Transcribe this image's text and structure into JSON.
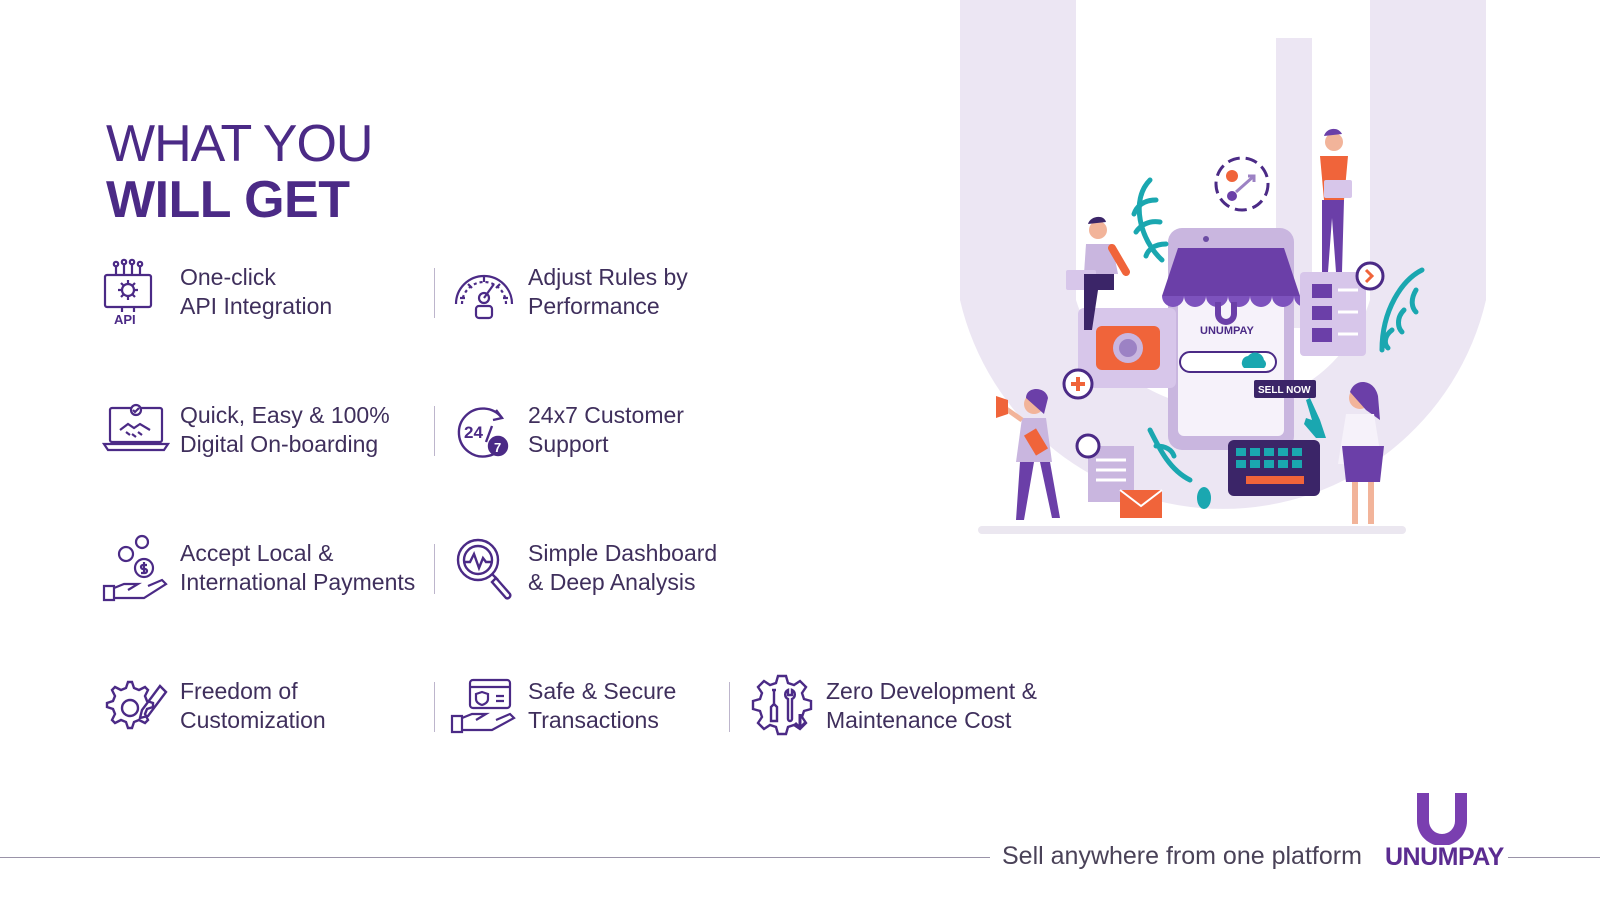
{
  "heading": {
    "line1": "WHAT YOU",
    "line2": "WILL GET"
  },
  "features": [
    {
      "line1": "One-click",
      "line2": "API Integration",
      "icon": "api-monitor-icon"
    },
    {
      "line1": "Adjust Rules by",
      "line2": "Performance",
      "icon": "performance-gauge-icon"
    },
    {
      "line1": "Quick, Easy & 100%",
      "line2": "Digital On-boarding",
      "icon": "handshake-laptop-icon"
    },
    {
      "line1": "24x7 Customer",
      "line2": "Support",
      "icon": "support-24-7-icon"
    },
    {
      "line1": "Accept Local &",
      "line2": "International Payments",
      "icon": "currency-hand-icon"
    },
    {
      "line1": "Simple Dashboard",
      "line2": "& Deep Analysis",
      "icon": "magnifier-pulse-icon"
    },
    {
      "line1": "Freedom of",
      "line2": "Customization",
      "icon": "gear-pencil-icon"
    },
    {
      "line1": "Safe & Secure",
      "line2": "Transactions",
      "icon": "secure-card-hand-icon"
    },
    {
      "line1": "Zero Development &",
      "line2": "Maintenance Cost",
      "icon": "gear-tools-icon"
    }
  ],
  "illustration": {
    "brand_label": "UNUMPAY",
    "sell_button": "SELL NOW"
  },
  "icon_labels": {
    "api": "API",
    "support_24": "24",
    "support_7": "7"
  },
  "footer": {
    "tagline": "Sell anywhere from one platform",
    "brand": "UNUMPAY"
  },
  "colors": {
    "primary": "#4b2a86",
    "accent_orange": "#f0643a",
    "accent_teal": "#1aa7b0",
    "lavender": "#ece6f3"
  }
}
